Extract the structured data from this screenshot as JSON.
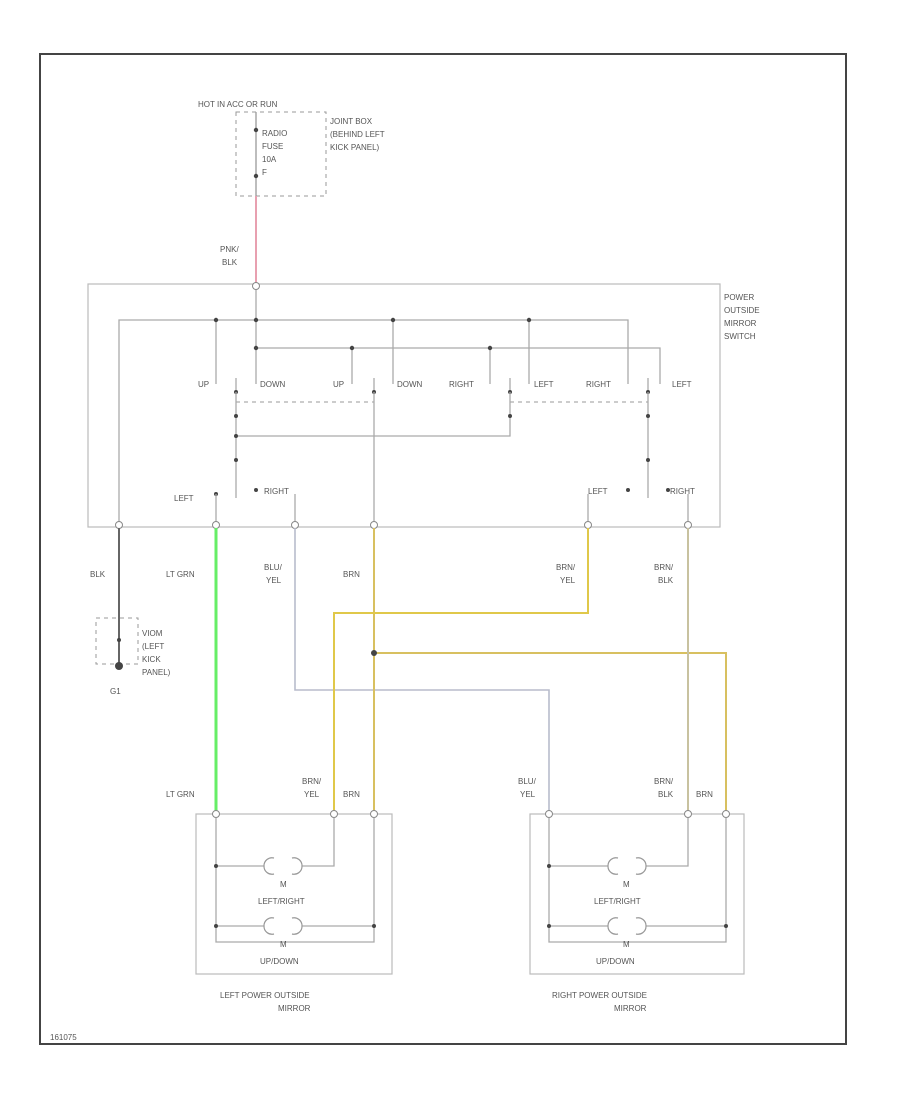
{
  "hot_label": "HOT IN ACC OR RUN",
  "fuse_box": {
    "title": [
      "JOINT BOX",
      "(BEHIND LEFT",
      "KICK PANEL)"
    ],
    "fuse": [
      "RADIO",
      "FUSE",
      "10A",
      "F"
    ]
  },
  "switch": {
    "title": [
      "POWER",
      "OUTSIDE",
      "MIRROR",
      "SWITCH"
    ],
    "labels": [
      "UP",
      "DOWN",
      "UP",
      "DOWN",
      "RIGHT",
      "LEFT",
      "RIGHT",
      "LEFT",
      "LEFT",
      "RIGHT",
      "LEFT",
      "RIGHT"
    ]
  },
  "ground": {
    "label": [
      "VIOM",
      "(LEFT",
      "KICK",
      "PANEL)"
    ],
    "id": "G1"
  },
  "wires": {
    "feed": [
      "PNK/",
      "BLK"
    ],
    "blk": "BLK",
    "ltgrn": "LT GRN",
    "bluyel": [
      "BLU/",
      "YEL"
    ],
    "brn": "BRN",
    "brnyel": [
      "BRN/",
      "YEL"
    ],
    "brnblk": [
      "BRN/",
      "BLK"
    ]
  },
  "mirrors": {
    "left": {
      "name": [
        "LEFT POWER OUTSIDE",
        "MIRROR"
      ],
      "pins": [
        "LT GRN",
        "BRN/",
        "YEL",
        "BRN"
      ],
      "motor1": "LEFT/RIGHT",
      "motor2": "UP/DOWN"
    },
    "right": {
      "name": [
        "RIGHT POWER OUTSIDE",
        "MIRROR"
      ],
      "pins": [
        "BLU/",
        "YEL",
        "BRN/",
        "BLK",
        "BRN"
      ],
      "motor1": "LEFT/RIGHT",
      "motor2": "UP/DOWN"
    },
    "motor_symbol": "M"
  },
  "footer": "161075",
  "colors": {
    "feed": "#e8a0b0",
    "blk": "#666666",
    "ltgrn": "#66ee66",
    "bluyel": "#b8bccc",
    "brn": "#d8c060",
    "brnyel": "#e0c84a",
    "brnblk": "#c8c2a0"
  }
}
